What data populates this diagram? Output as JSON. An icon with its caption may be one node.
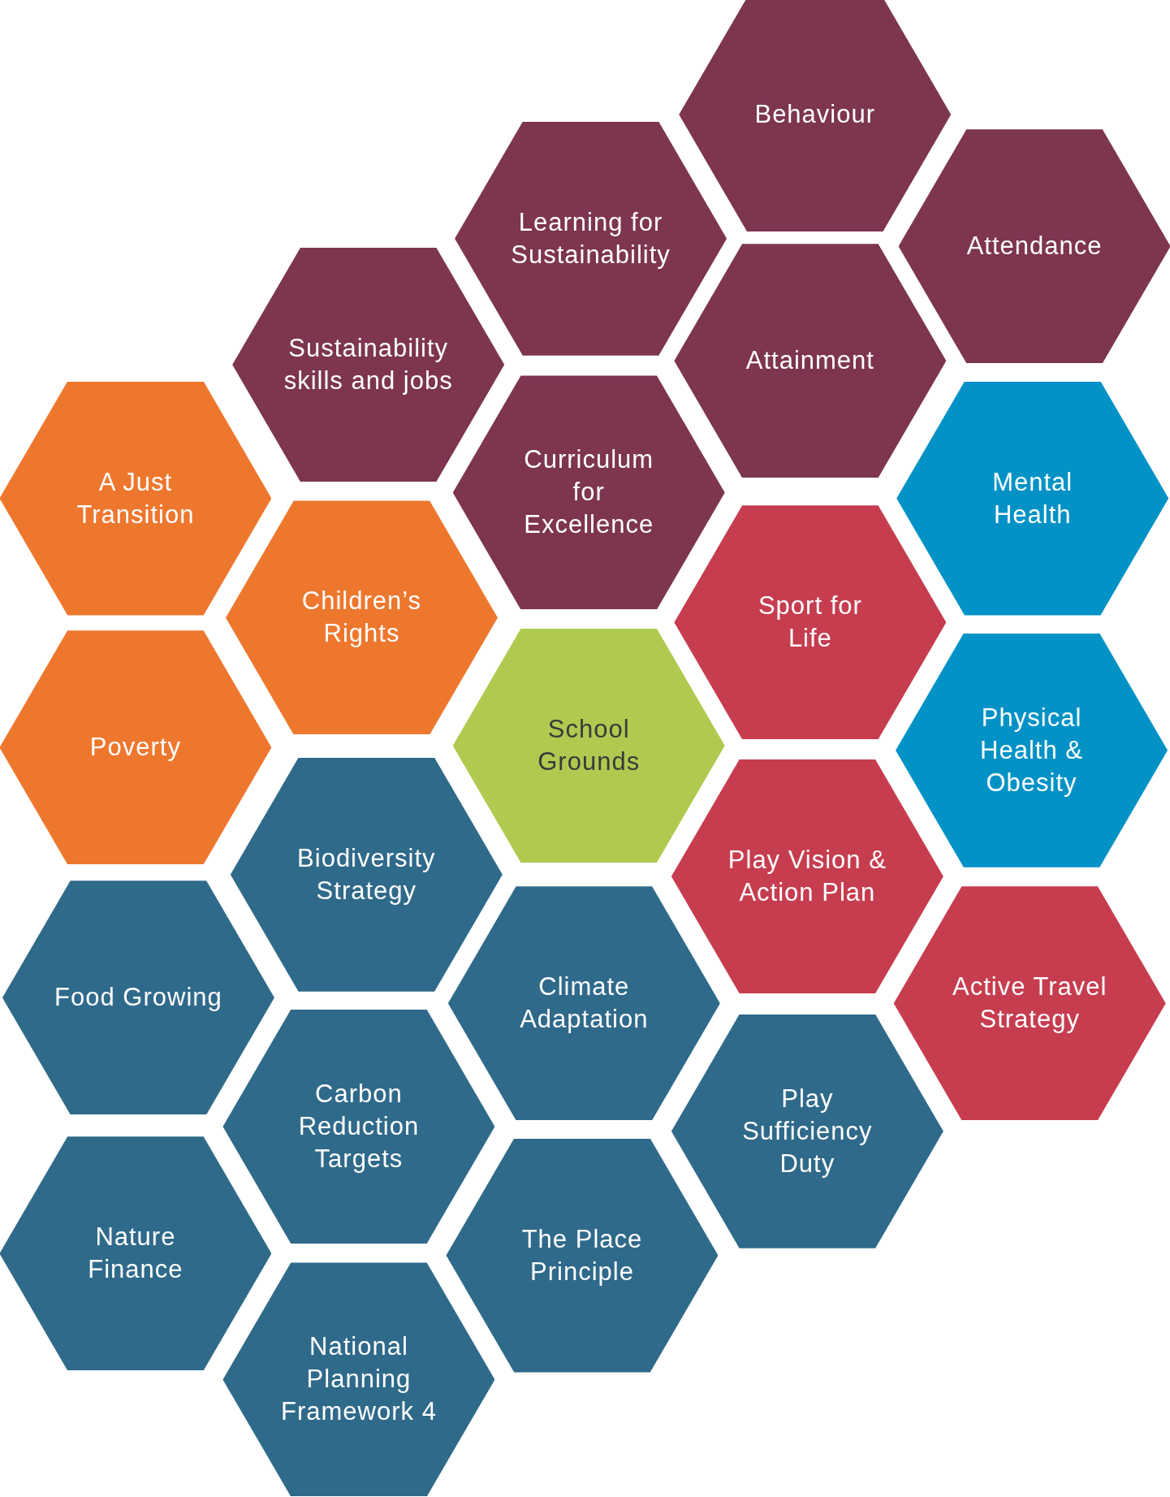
{
  "diagram": {
    "nodes": [
      {
        "text": [
          "Behaviour"
        ]
      },
      {
        "text": [
          "Learning for Sustainability"
        ]
      },
      {
        "text": [
          "Attendance"
        ]
      },
      {
        "text": [
          "Sustainability skills and jobs"
        ]
      },
      {
        "text": [
          "Attainment"
        ]
      },
      {
        "text": [
          "A Just Transition"
        ]
      },
      {
        "text": [
          "Curriculum for Excellence"
        ]
      },
      {
        "text": [
          "Mental Health"
        ]
      },
      {
        "text": [
          "Children’s Rights"
        ]
      },
      {
        "text": [
          "Sport for Life"
        ]
      },
      {
        "text": [
          "Poverty"
        ]
      },
      {
        "text": [
          "School Grounds"
        ]
      },
      {
        "text": [
          "Physical Health & Obesity"
        ]
      },
      {
        "text": [
          "Biodiversity Strategy"
        ]
      },
      {
        "text": [
          "Play Vision & Action Plan"
        ]
      },
      {
        "text": [
          "Food Growing"
        ]
      },
      {
        "text": [
          "Climate Adaptation"
        ]
      },
      {
        "text": [
          "Active Travel Strategy"
        ]
      },
      {
        "text": [
          "Carbon Reduction Targets"
        ]
      },
      {
        "text": [
          "Play Sufficiency Duty"
        ]
      },
      {
        "text": [
          "Nature Finance"
        ]
      },
      {
        "text": [
          "The Place Principle"
        ]
      },
      {
        "text": [
          "National Planning Framework 4"
        ]
      }
    ],
    "edges": []
  }
}
